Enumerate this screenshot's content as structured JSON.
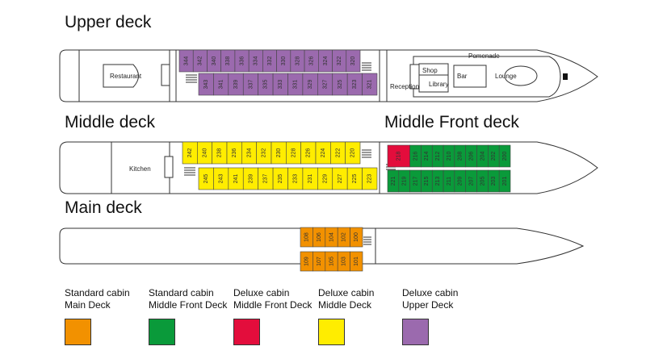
{
  "decks": {
    "upper": "Upper deck",
    "middle": "Middle deck",
    "middle_front": "Middle Front deck",
    "main": "Main deck"
  },
  "areas": {
    "restaurant": "Restaurant",
    "pomenade": "Pomenade",
    "shop": "Shop",
    "library": "Library",
    "bar": "Bar",
    "lounge": "Lounge",
    "reception": "Reception",
    "kitchen": "Kitchen"
  },
  "cabins": {
    "upper_top": [
      "344",
      "342",
      "340",
      "338",
      "336",
      "334",
      "332",
      "330",
      "328",
      "326",
      "324",
      "322",
      "320"
    ],
    "upper_bottom": [
      "343",
      "341",
      "339",
      "337",
      "335",
      "333",
      "331",
      "329",
      "327",
      "325",
      "323",
      "321"
    ],
    "middle_top": [
      "242",
      "240",
      "238",
      "236",
      "234",
      "232",
      "230",
      "228",
      "226",
      "224",
      "222",
      "220"
    ],
    "middle_bottom": [
      "245",
      "243",
      "241",
      "239",
      "237",
      "235",
      "233",
      "231",
      "229",
      "227",
      "225",
      "223"
    ],
    "mf_top": [
      "218",
      "216",
      "214",
      "212",
      "210",
      "208",
      "206",
      "204",
      "202",
      "200"
    ],
    "mf_bottom": [
      "221",
      "219",
      "217",
      "215",
      "213",
      "211",
      "209",
      "207",
      "205",
      "203",
      "201"
    ],
    "main_top": [
      "108",
      "106",
      "104",
      "102",
      "100"
    ],
    "main_bottom": [
      "109",
      "107",
      "105",
      "103",
      "101"
    ]
  },
  "legend": [
    {
      "line1": "Standard cabin",
      "line2": "Main Deck",
      "color": "#F29100"
    },
    {
      "line1": "Standard cabin",
      "line2": "Middle Front Deck",
      "color": "#0A9A3A"
    },
    {
      "line1": "Deluxe cabin",
      "line2": "Middle Front Deck",
      "color": "#E30D3C"
    },
    {
      "line1": "Deluxe cabin",
      "line2": "Middle Deck",
      "color": "#FFED00"
    },
    {
      "line1": "Deluxe cabin",
      "line2": "Upper Deck",
      "color": "#9B6AAE"
    }
  ],
  "colors": {
    "standard_main": "#F29100",
    "standard_middle_front": "#0A9A3A",
    "deluxe_middle_front": "#E30D3C",
    "deluxe_middle": "#FFED00",
    "deluxe_upper": "#9B6AAE"
  }
}
